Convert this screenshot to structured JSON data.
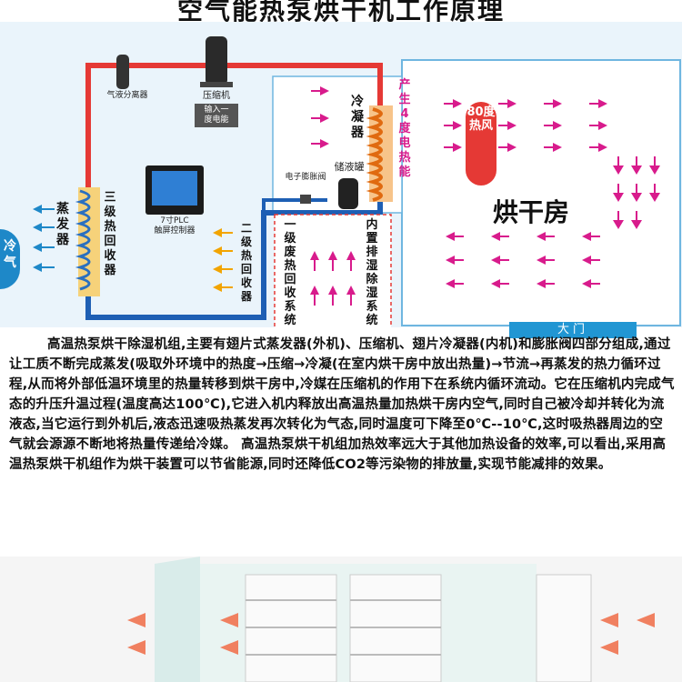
{
  "title": "空气能热泵烘干机工作原理",
  "labels": {
    "gas_liquid_separator": "气液分离器",
    "compressor": "压缩机",
    "power_input": "输入一\n度电能",
    "condenser": "冷凝器",
    "heat_output": "产生4度电热能",
    "evaporator": "蒸发器",
    "tertiary_recovery": "三级热回收器",
    "plc": "7寸PLC\n触屏控制器",
    "expansion_valve": "电子膨胀阀",
    "receiver": "储液罐",
    "secondary_recovery": "二级热回收器",
    "primary_recovery": "一级废热回收系统",
    "dehumid": "内置排湿除湿系统",
    "cold_air": "冷气",
    "hot_air": "80度热风",
    "drying_room": "烘干房",
    "door": "大门"
  },
  "paragraph": "高温热泵烘干除湿机组,主要有翅片式蒸发器(外机)、压缩机、翅片冷凝器(内机)和膨胀阀四部分组成,通过让工质不断完成蒸发(吸取外环境中的热度→压缩→冷凝(在室内烘干房中放出热量)→节流→再蒸发的热力循环过程,从而将外部低温环境里的热量转移到烘干房中,冷媒在压缩机的作用下在系统内循环流动。它在压缩机内完成气态的升压升温过程(温度高达100℃),它进入机内释放出高温热量加热烘干房内空气,同时自己被冷却并转化为流液态,当它运行到外机后,液态迅速吸热蒸发再次转化为气态,同时温度可下降至0℃--10℃,这时吸热器周边的空气就会源源不断地将热量传递给冷媒。 高温热泵烘干机组加热效率远大于其他加热设备的效率,可以看出,采用高温热泵烘干机组作为烘干装置可以节省能源,同时还降低CO2等污染物的排放量,实现节能减排的效果。",
  "colors": {
    "hot_pipe": "#e53935",
    "cold_pipe": "#1e5fb4",
    "coil": "#f08a1c",
    "evap_coil": "#f2b33a",
    "arrow_blue": "#1e88c8",
    "arrow_pink": "#d81b8c",
    "arrow_yellow": "#f2a400"
  }
}
